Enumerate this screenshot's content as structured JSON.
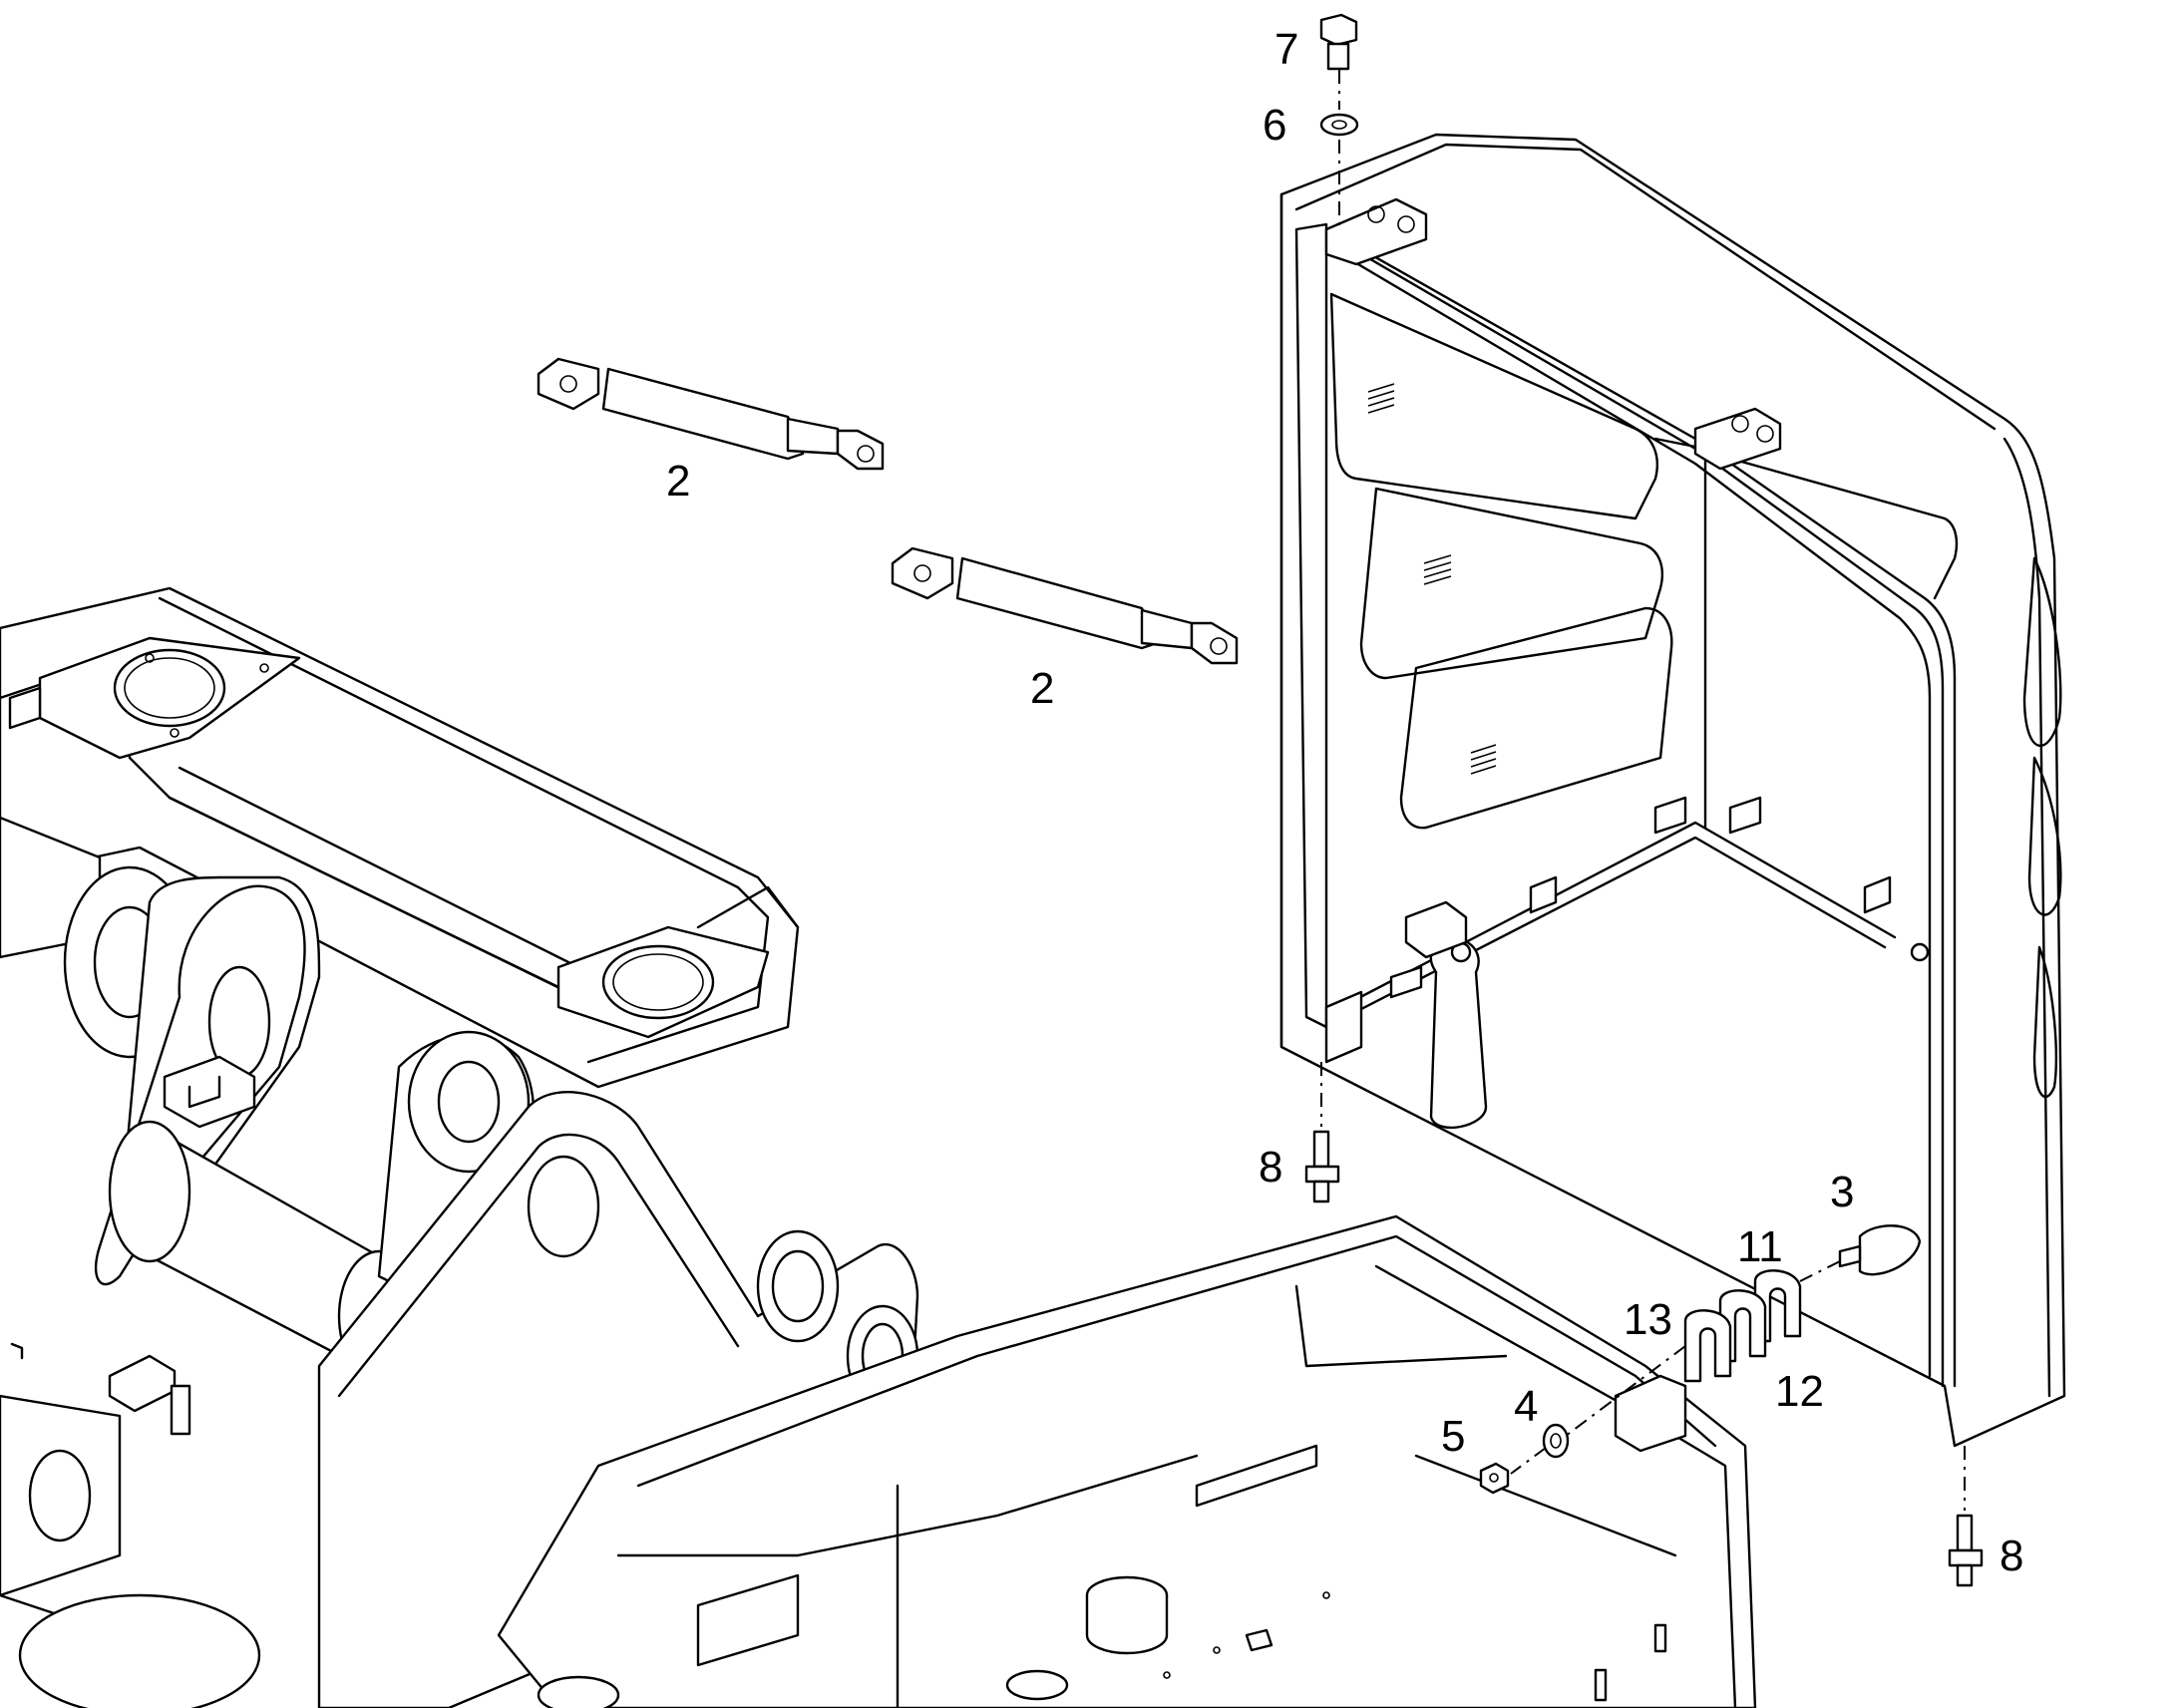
{
  "diagram": {
    "callouts": [
      {
        "id": "c7",
        "label": "7"
      },
      {
        "id": "c6",
        "label": "6"
      },
      {
        "id": "c2a",
        "label": "2"
      },
      {
        "id": "c2b",
        "label": "2"
      },
      {
        "id": "c8a",
        "label": "8"
      },
      {
        "id": "c3",
        "label": "3"
      },
      {
        "id": "c11",
        "label": "11"
      },
      {
        "id": "c13",
        "label": "13"
      },
      {
        "id": "c12",
        "label": "12"
      },
      {
        "id": "c4",
        "label": "4"
      },
      {
        "id": "c5",
        "label": "5"
      },
      {
        "id": "c8b",
        "label": "8"
      }
    ]
  }
}
